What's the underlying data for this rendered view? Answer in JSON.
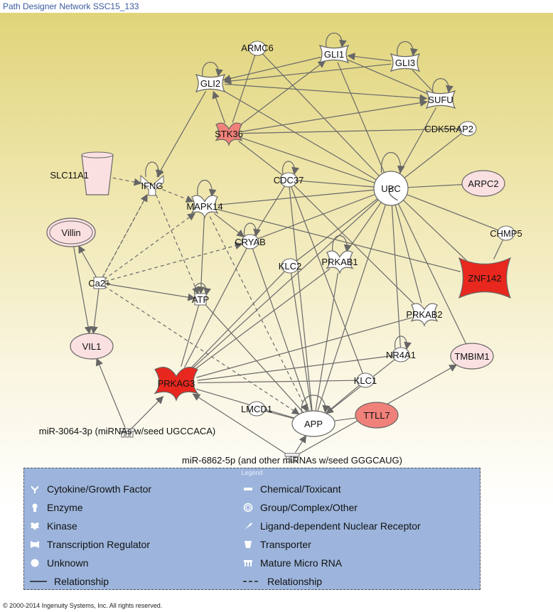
{
  "title": "Path Designer Network SSC15_133",
  "copyright": "© 2000-2014 Ingenuity Systems, Inc. All rights reserved.",
  "colors": {
    "strong_red": "#e8281e",
    "medium_red": "#f0817a",
    "light_pink": "#fbe0e2",
    "white": "#ffffff",
    "legend_bg": "#9db5dc"
  },
  "nodes": [
    {
      "id": "ARMC6",
      "label": "ARMC6",
      "shape": "unknown",
      "fill": "white"
    },
    {
      "id": "GLI1",
      "label": "GLI1",
      "shape": "transcription",
      "fill": "white"
    },
    {
      "id": "GLI3",
      "label": "GLI3",
      "shape": "transcription",
      "fill": "white"
    },
    {
      "id": "GLI2",
      "label": "GLI2",
      "shape": "transcription",
      "fill": "white"
    },
    {
      "id": "SUFU",
      "label": "SUFU",
      "shape": "transcription",
      "fill": "white"
    },
    {
      "id": "STK36",
      "label": "STK36",
      "shape": "kinase",
      "fill": "medium_red"
    },
    {
      "id": "CDK5RAP2",
      "label": "CDK5RAP2",
      "shape": "unknown",
      "fill": "white"
    },
    {
      "id": "SLC11A1",
      "label": "SLC11A1",
      "shape": "transporter",
      "fill": "light_pink"
    },
    {
      "id": "IFNG",
      "label": "IFNG",
      "shape": "cytokine",
      "fill": "white"
    },
    {
      "id": "MAPK14",
      "label": "MAPK14",
      "shape": "kinase",
      "fill": "white"
    },
    {
      "id": "CDC37",
      "label": "CDC37",
      "shape": "unknown",
      "fill": "white"
    },
    {
      "id": "UBC",
      "label": "UBC",
      "shape": "enzyme",
      "fill": "white"
    },
    {
      "id": "ARPC2",
      "label": "ARPC2",
      "shape": "ellipse",
      "fill": "light_pink"
    },
    {
      "id": "Villin",
      "label": "Villin",
      "shape": "group",
      "fill": "light_pink"
    },
    {
      "id": "CRYAB",
      "label": "CRYAB",
      "shape": "unknown",
      "fill": "white"
    },
    {
      "id": "CHMP5",
      "label": "CHMP5",
      "shape": "unknown",
      "fill": "white"
    },
    {
      "id": "Ca2+",
      "label": "Ca2+",
      "shape": "chemical",
      "fill": "white"
    },
    {
      "id": "KLC2",
      "label": "KLC2",
      "shape": "unknown",
      "fill": "white"
    },
    {
      "id": "PRKAB1",
      "label": "PRKAB1",
      "shape": "kinase",
      "fill": "white"
    },
    {
      "id": "ZNF142",
      "label": "ZNF142",
      "shape": "transcription_big",
      "fill": "strong_red"
    },
    {
      "id": "ATP",
      "label": "ATP",
      "shape": "chemical",
      "fill": "white"
    },
    {
      "id": "PRKAB2",
      "label": "PRKAB2",
      "shape": "kinase",
      "fill": "white"
    },
    {
      "id": "VIL1",
      "label": "VIL1",
      "shape": "ellipse",
      "fill": "light_pink"
    },
    {
      "id": "TMBIM1",
      "label": "TMBIM1",
      "shape": "ellipse",
      "fill": "light_pink"
    },
    {
      "id": "NR4A1",
      "label": "NR4A1",
      "shape": "nuclear",
      "fill": "white"
    },
    {
      "id": "PRKAG3",
      "label": "PRKAG3",
      "shape": "kinase_big",
      "fill": "strong_red"
    },
    {
      "id": "KLC1",
      "label": "KLC1",
      "shape": "unknown",
      "fill": "white"
    },
    {
      "id": "LMCD1",
      "label": "LMCD1",
      "shape": "unknown",
      "fill": "white"
    },
    {
      "id": "APP",
      "label": "APP",
      "shape": "ellipse",
      "fill": "white"
    },
    {
      "id": "TTLL7",
      "label": "TTLL7",
      "shape": "ellipse",
      "fill": "medium_red"
    },
    {
      "id": "miR3064",
      "label": "miR-3064-3p (miRNAs w/seed UGCCACA)",
      "shape": "mirna",
      "fill": "white"
    },
    {
      "id": "miR6862",
      "label": "miR-6862-5p (and other miRNAs w/seed GGGCAUG)",
      "shape": "mirna",
      "fill": "white"
    }
  ],
  "edges": [
    {
      "from": "ARMC6",
      "to": "STK36",
      "style": "solid",
      "arrow": false
    },
    {
      "from": "ARMC6",
      "to": "UBC",
      "style": "solid",
      "arrow": false
    },
    {
      "from": "GLI1",
      "to": "GLI2",
      "style": "solid",
      "arrow": true
    },
    {
      "from": "GLI1",
      "to": "SUFU",
      "style": "solid",
      "arrow": false
    },
    {
      "from": "GLI1",
      "to": "UBC",
      "style": "solid",
      "arrow": false
    },
    {
      "from": "GLI3",
      "to": "GLI1",
      "style": "solid",
      "arrow": true
    },
    {
      "from": "GLI3",
      "to": "SUFU",
      "style": "solid",
      "arrow": false
    },
    {
      "from": "GLI3",
      "to": "GLI2",
      "style": "solid",
      "arrow": true
    },
    {
      "from": "GLI2",
      "to": "SUFU",
      "style": "solid",
      "arrow": true
    },
    {
      "from": "GLI2",
      "to": "IFNG",
      "style": "solid",
      "arrow": true
    },
    {
      "from": "GLI2",
      "to": "UBC",
      "style": "solid",
      "arrow": false
    },
    {
      "from": "STK36",
      "to": "GLI1",
      "style": "solid",
      "arrow": true
    },
    {
      "from": "STK36",
      "to": "GLI2",
      "style": "solid",
      "arrow": true
    },
    {
      "from": "STK36",
      "to": "SUFU",
      "style": "solid",
      "arrow": true
    },
    {
      "from": "STK36",
      "to": "CDK5RAP2",
      "style": "solid",
      "arrow": false
    },
    {
      "from": "STK36",
      "to": "UBC",
      "style": "solid",
      "arrow": false
    },
    {
      "from": "STK36",
      "to": "CDC37",
      "style": "solid",
      "arrow": false
    },
    {
      "from": "SUFU",
      "to": "UBC",
      "style": "solid",
      "arrow": false
    },
    {
      "from": "CDK5RAP2",
      "to": "UBC",
      "style": "solid",
      "arrow": false
    },
    {
      "from": "SLC11A1",
      "to": "IFNG",
      "style": "dashed",
      "arrow": true
    },
    {
      "from": "IFNG",
      "to": "MAPK14",
      "style": "dashed",
      "arrow": true
    },
    {
      "from": "IFNG",
      "to": "Ca2+",
      "style": "dashed",
      "arrow": false
    },
    {
      "from": "IFNG",
      "to": "ATP",
      "style": "dashed",
      "arrow": true
    },
    {
      "from": "MAPK14",
      "to": "UBC",
      "style": "solid",
      "arrow": false
    },
    {
      "from": "MAPK14",
      "to": "CRYAB",
      "style": "solid",
      "arrow": true
    },
    {
      "from": "MAPK14",
      "to": "ATP",
      "style": "solid",
      "arrow": true
    },
    {
      "from": "MAPK14",
      "to": "APP",
      "style": "dashed",
      "arrow": true
    },
    {
      "from": "MAPK14",
      "to": "ZNF142",
      "style": "solid",
      "arrow": false
    },
    {
      "from": "Ca2+",
      "to": "MAPK14",
      "style": "dashed",
      "arrow": true
    },
    {
      "from": "Ca2+",
      "to": "CRYAB",
      "style": "dashed",
      "arrow": true
    },
    {
      "from": "Ca2+",
      "to": "ATP",
      "style": "solid",
      "arrow": true
    },
    {
      "from": "Ca2+",
      "to": "VIL1",
      "style": "solid",
      "arrow": true
    },
    {
      "from": "Ca2+",
      "to": "Villin",
      "style": "solid",
      "arrow": true
    },
    {
      "from": "Ca2+",
      "to": "APP",
      "style": "dashed",
      "arrow": true
    },
    {
      "from": "Ca2+",
      "to": "IFNG",
      "style": "dashed",
      "arrow": true
    },
    {
      "from": "Villin",
      "to": "VIL1",
      "style": "solid",
      "arrow": true
    },
    {
      "from": "CDC37",
      "to": "UBC",
      "style": "solid",
      "arrow": false
    },
    {
      "from": "CDC37",
      "to": "APP",
      "style": "solid",
      "arrow": false
    },
    {
      "from": "CDC37",
      "to": "PRKAB2",
      "style": "solid",
      "arrow": false
    },
    {
      "from": "CDC37",
      "to": "KLC1",
      "style": "solid",
      "arrow": false
    },
    {
      "from": "CDC37",
      "to": "CRYAB",
      "style": "solid",
      "arrow": false
    },
    {
      "from": "UBC",
      "to": "ARPC2",
      "style": "solid",
      "arrow": false
    },
    {
      "from": "UBC",
      "to": "CHMP5",
      "style": "solid",
      "arrow": false
    },
    {
      "from": "UBC",
      "to": "ZNF142",
      "style": "solid",
      "arrow": false
    },
    {
      "from": "UBC",
      "to": "CRYAB",
      "style": "solid",
      "arrow": false
    },
    {
      "from": "UBC",
      "to": "KLC2",
      "style": "solid",
      "arrow": false
    },
    {
      "from": "UBC",
      "to": "PRKAB1",
      "style": "solid",
      "arrow": false
    },
    {
      "from": "UBC",
      "to": "PRKAB2",
      "style": "solid",
      "arrow": false
    },
    {
      "from": "UBC",
      "to": "NR4A1",
      "style": "solid",
      "arrow": false
    },
    {
      "from": "UBC",
      "to": "TMBIM1",
      "style": "solid",
      "arrow": false
    },
    {
      "from": "UBC",
      "to": "APP",
      "style": "solid",
      "arrow": false
    },
    {
      "from": "UBC",
      "to": "PRKAG3",
      "style": "solid",
      "arrow": false
    },
    {
      "from": "CHMP5",
      "to": "ZNF142",
      "style": "solid",
      "arrow": false
    },
    {
      "from": "CRYAB",
      "to": "APP",
      "style": "solid",
      "arrow": false
    },
    {
      "from": "CRYAB",
      "to": "PRKAG3",
      "style": "solid",
      "arrow": false
    },
    {
      "from": "KLC2",
      "to": "APP",
      "style": "solid",
      "arrow": false
    },
    {
      "from": "KLC2",
      "to": "PRKAG3",
      "style": "solid",
      "arrow": false
    },
    {
      "from": "PRKAB1",
      "to": "PRKAG3",
      "style": "solid",
      "arrow": false
    },
    {
      "from": "PRKAB1",
      "to": "APP",
      "style": "solid",
      "arrow": false
    },
    {
      "from": "PRKAB2",
      "to": "PRKAG3",
      "style": "solid",
      "arrow": false
    },
    {
      "from": "NR4A1",
      "to": "PRKAG3",
      "style": "solid",
      "arrow": false
    },
    {
      "from": "NR4A1",
      "to": "APP",
      "style": "solid",
      "arrow": true
    },
    {
      "from": "KLC1",
      "to": "PRKAG3",
      "style": "solid",
      "arrow": false
    },
    {
      "from": "KLC1",
      "to": "APP",
      "style": "solid",
      "arrow": false
    },
    {
      "from": "PRKAG3",
      "to": "ATP",
      "style": "solid",
      "arrow": false
    },
    {
      "from": "PRKAG3",
      "to": "APP",
      "style": "solid",
      "arrow": false
    },
    {
      "from": "ATP",
      "to": "APP",
      "style": "solid",
      "arrow": false
    },
    {
      "from": "LMCD1",
      "to": "APP",
      "style": "solid",
      "arrow": false
    },
    {
      "from": "TTLL7",
      "to": "APP",
      "style": "solid",
      "arrow": false
    },
    {
      "from": "miR3064",
      "to": "VIL1",
      "style": "solid",
      "arrow": true
    },
    {
      "from": "miR3064",
      "to": "PRKAG3",
      "style": "solid",
      "arrow": true
    },
    {
      "from": "miR6862",
      "to": "PRKAG3",
      "style": "solid",
      "arrow": true
    },
    {
      "from": "miR6862",
      "to": "TMBIM1",
      "style": "solid",
      "arrow": true
    },
    {
      "from": "miR6862",
      "to": "APP",
      "style": "solid",
      "arrow": true
    }
  ],
  "self_loops": [
    "GLI1",
    "GLI3",
    "GLI2",
    "SUFU",
    "IFNG",
    "MAPK14",
    "CDC37",
    "UBC",
    "CRYAB",
    "PRKAB1",
    "NR4A1",
    "APP",
    "ATP"
  ],
  "legend": {
    "title": "Legend",
    "items": [
      {
        "icon": "cytokine-icon",
        "label": "Cytokine/Growth Factor"
      },
      {
        "icon": "enzyme-icon",
        "label": "Enzyme"
      },
      {
        "icon": "kinase-icon",
        "label": "Kinase"
      },
      {
        "icon": "transcription-icon",
        "label": "Transcription Regulator"
      },
      {
        "icon": "unknown-icon",
        "label": "Unknown"
      },
      {
        "icon": "solid-line-icon",
        "label": "Relationship"
      },
      {
        "icon": "chemical-icon",
        "label": "Chemical/Toxicant"
      },
      {
        "icon": "group-icon",
        "label": "Group/Complex/Other"
      },
      {
        "icon": "nuclear-receptor-icon",
        "label": "Ligand-dependent Nuclear Receptor"
      },
      {
        "icon": "transporter-icon",
        "label": "Transporter"
      },
      {
        "icon": "mirna-icon",
        "label": "Mature Micro RNA"
      },
      {
        "icon": "dashed-line-icon",
        "label": "Relationship"
      }
    ]
  }
}
